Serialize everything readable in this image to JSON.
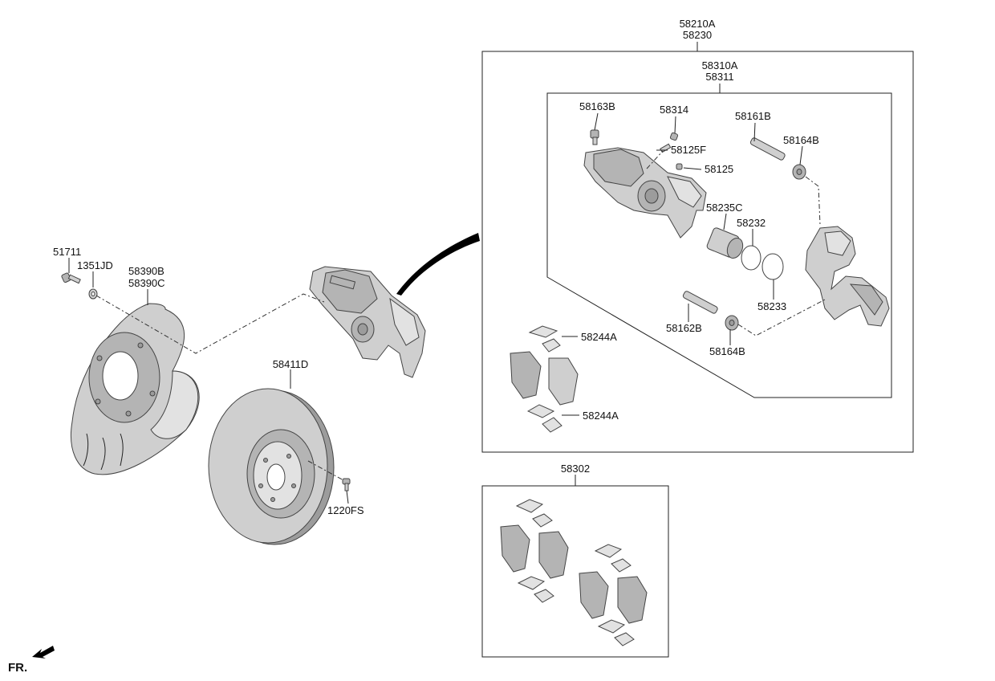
{
  "diagram": {
    "caliper_assembly": {
      "part_numbers": [
        "58210A",
        "58230"
      ]
    },
    "caliper_housing": {
      "part_numbers": [
        "58310A",
        "58311"
      ]
    },
    "housing_parts": [
      {
        "id": "guide-bolt-upper",
        "label": "58163B"
      },
      {
        "id": "bleeder-cap",
        "label": "58314"
      },
      {
        "id": "bleeder-screw",
        "label": "58125F"
      },
      {
        "id": "bleeder-plug",
        "label": "58125"
      },
      {
        "id": "guide-pin-upper",
        "label": "58161B"
      },
      {
        "id": "pin-boot-upper",
        "label": "58164B"
      },
      {
        "id": "piston",
        "label": "58235C"
      },
      {
        "id": "piston-seal",
        "label": "58232"
      },
      {
        "id": "piston-boot",
        "label": "58233"
      },
      {
        "id": "guide-pin-lower",
        "label": "58162B"
      },
      {
        "id": "pin-boot-lower",
        "label": "58164B"
      }
    ],
    "pad_clips": [
      {
        "id": "pad-clip-upper",
        "label": "58244A"
      },
      {
        "id": "pad-clip-lower",
        "label": "58244A"
      }
    ],
    "pad_kit": {
      "label": "58302"
    },
    "disc": {
      "label": "58411D"
    },
    "disc_screw": {
      "label": "1220FS"
    },
    "bolt": {
      "label": "51711"
    },
    "washer": {
      "label": "1351JD"
    },
    "dust_cover": {
      "part_numbers": [
        "58390B",
        "58390C"
      ]
    },
    "front_indicator": {
      "label": "FR."
    }
  }
}
